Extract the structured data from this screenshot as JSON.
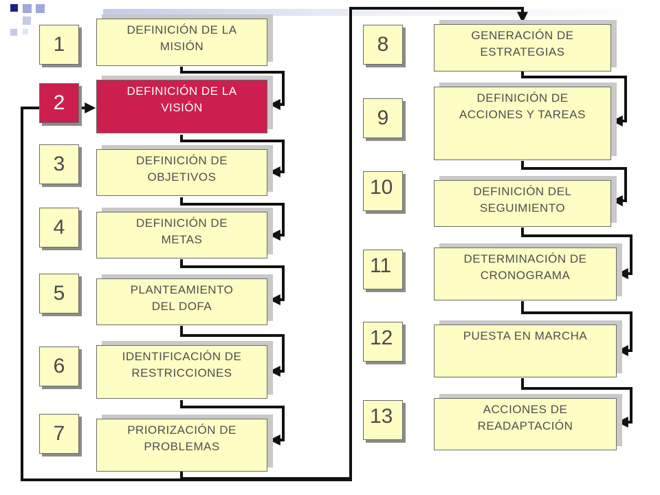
{
  "colors": {
    "box_fill": "#fdfdc4",
    "active_fill": "#cc1f4e",
    "connector": "#111111",
    "corner_dark": "#1a237e",
    "corner_light": "#9fa8da"
  },
  "steps": [
    {
      "number": "1",
      "label": "DEFINICIÓN DE LA\nMISIÓN"
    },
    {
      "number": "2",
      "label": "DEFINICIÓN DE LA\nVISIÓN"
    },
    {
      "number": "3",
      "label": "DEFINICIÓN DE\nOBJETIVOS"
    },
    {
      "number": "4",
      "label": "DEFINICIÓN DE\nMETAS"
    },
    {
      "number": "5",
      "label": "PLANTEAMIENTO\nDEL DOFA"
    },
    {
      "number": "6",
      "label": "IDENTIFICACIÓN DE\nRESTRICCIONES"
    },
    {
      "number": "7",
      "label": "PRIORIZACIÓN  DE\nPROBLEMAS"
    },
    {
      "number": "8",
      "label": "GENERACIÓN DE\nESTRATEGIAS"
    },
    {
      "number": "9",
      "label": "DEFINICIÓN DE\nACCIONES Y TAREAS"
    },
    {
      "number": "10",
      "label": "DEFINICIÓN DEL\nSEGUIMIENTO"
    },
    {
      "number": "11",
      "label": "DETERMINACIÓN DE\nCRONOGRAMA"
    },
    {
      "number": "12",
      "label": "PUESTA EN MARCHA"
    },
    {
      "number": "13",
      "label": "ACCIONES DE\nREADAPTACIÓN"
    }
  ]
}
